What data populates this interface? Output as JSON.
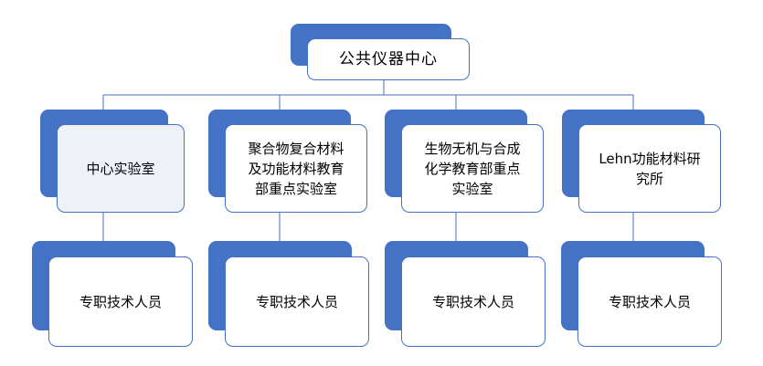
{
  "colors": {
    "accent": "#4472c4",
    "box_fill": "#ffffff",
    "sub_box_fill": "#eef1f8",
    "text": "#000000"
  },
  "root": {
    "label": "公共仪器中心"
  },
  "branches": [
    {
      "label": "中心实验室",
      "staff_label": "专职技术人员"
    },
    {
      "label": "聚合物复合材料\n及功能材料教育\n部重点实验室",
      "staff_label": "专职技术人员"
    },
    {
      "label": "生物无机与合成\n化学教育部重点\n实验室",
      "staff_label": "专职技术人员"
    },
    {
      "label": "Lehn功能材料研\n究所",
      "staff_label": "专职技术人员"
    }
  ]
}
